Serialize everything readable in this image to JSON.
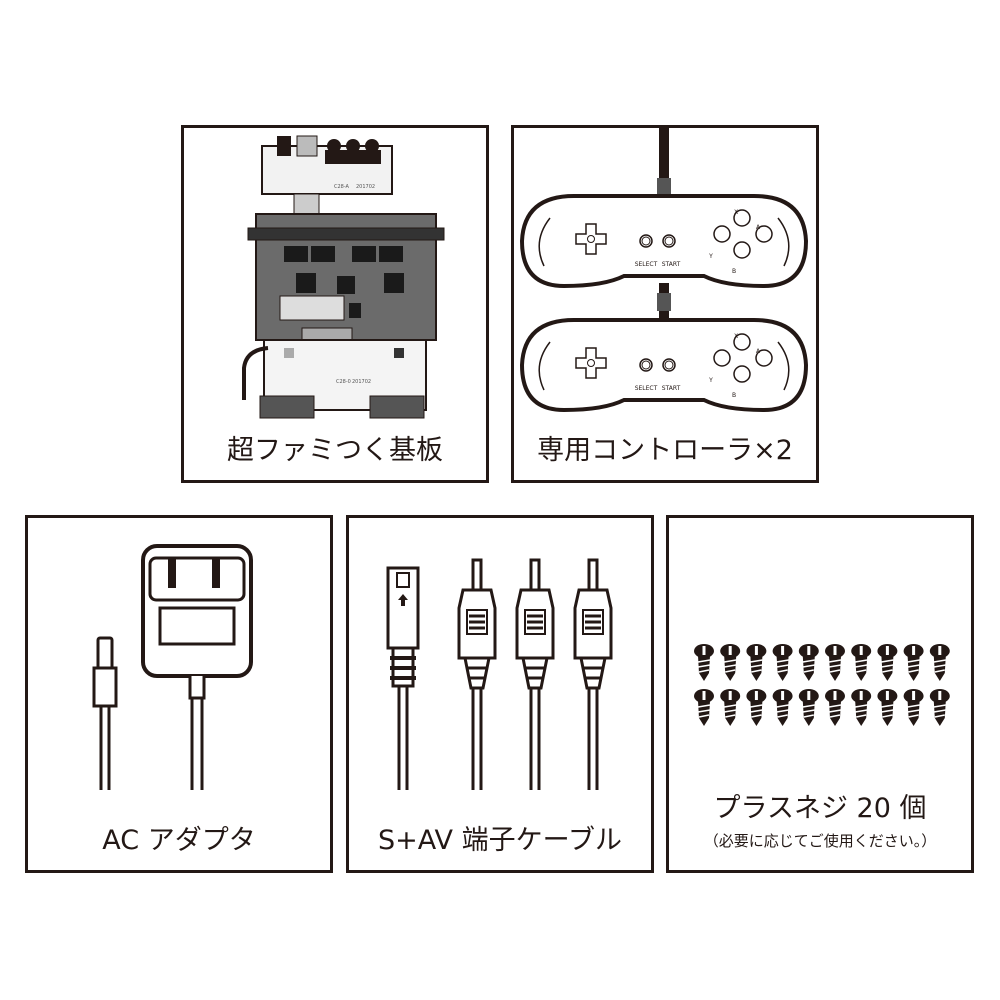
{
  "items": [
    {
      "label": "超ファミつく基板",
      "board_text": [
        "C28-A",
        "201702",
        "C28-0",
        "201702"
      ]
    },
    {
      "label": "専用コントローラ×2",
      "buttons": {
        "select": "SELECT",
        "start": "START",
        "x": "X",
        "y": "Y",
        "a": "A",
        "b": "B"
      }
    },
    {
      "label": "AC アダプタ"
    },
    {
      "label": "S+AV 端子ケーブル"
    },
    {
      "label": "プラスネジ 20 個",
      "note": "（必要に応じてご使用ください。）"
    }
  ],
  "colors": {
    "line": "#231815",
    "board": "#6b6b6b",
    "background": "#ffffff"
  }
}
